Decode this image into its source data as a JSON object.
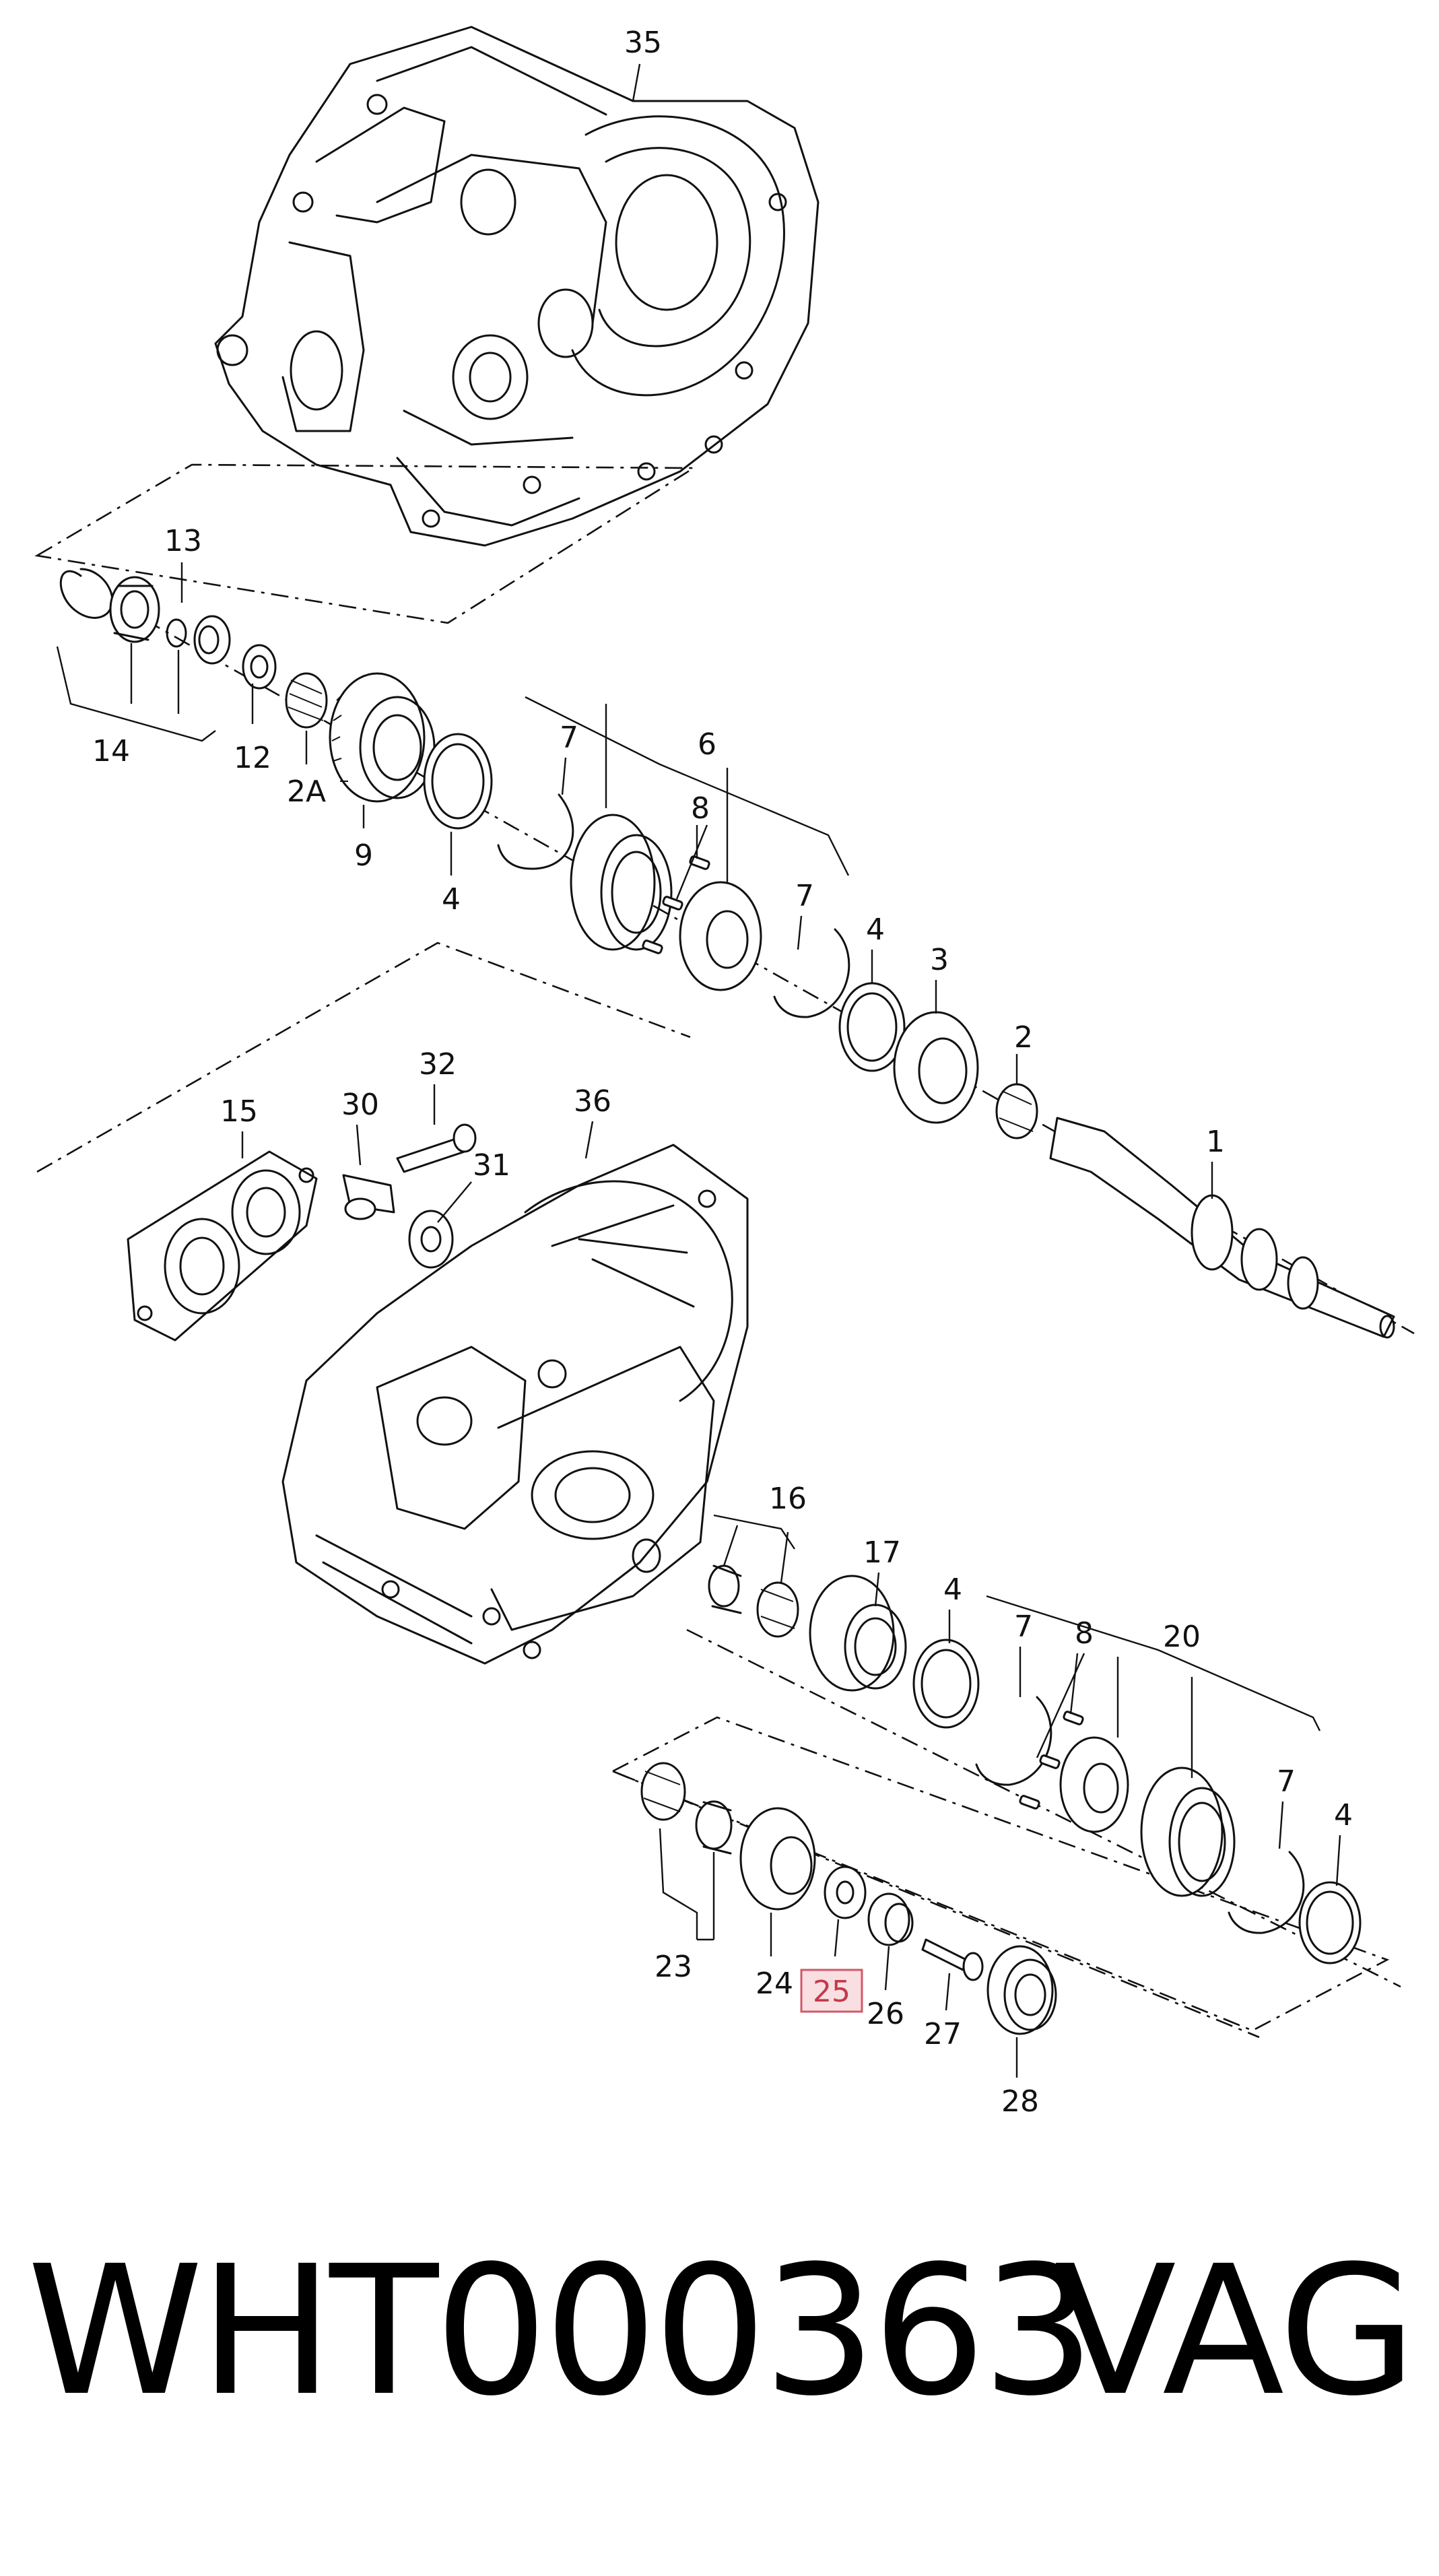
{
  "callouts": {
    "c35": "35",
    "c13": "13",
    "c14": "14",
    "c12": "12",
    "c2A": "2A",
    "c9": "9",
    "c4a": "4",
    "c7a": "7",
    "c6": "6",
    "c8a": "8",
    "c7b": "7",
    "c4b": "4",
    "c3": "3",
    "c2": "2",
    "c1": "1",
    "c15": "15",
    "c30": "30",
    "c32": "32",
    "c36": "36",
    "c31": "31",
    "c16": "16",
    "c17": "17",
    "c4c": "4",
    "c7c": "7",
    "c8b": "8",
    "c20": "20",
    "c7d": "7",
    "c4d": "4",
    "c23": "23",
    "c24": "24",
    "c25": "25",
    "c26": "26",
    "c27": "27",
    "c28": "28"
  },
  "highlighted_callout": "25",
  "colors": {
    "ink": "#111111",
    "highlight_fill": "#f9dfe2",
    "highlight_border": "#d05a68",
    "highlight_text": "#c23a4b"
  },
  "footer": {
    "part_number": "WHT000363",
    "brand": "VAG"
  }
}
